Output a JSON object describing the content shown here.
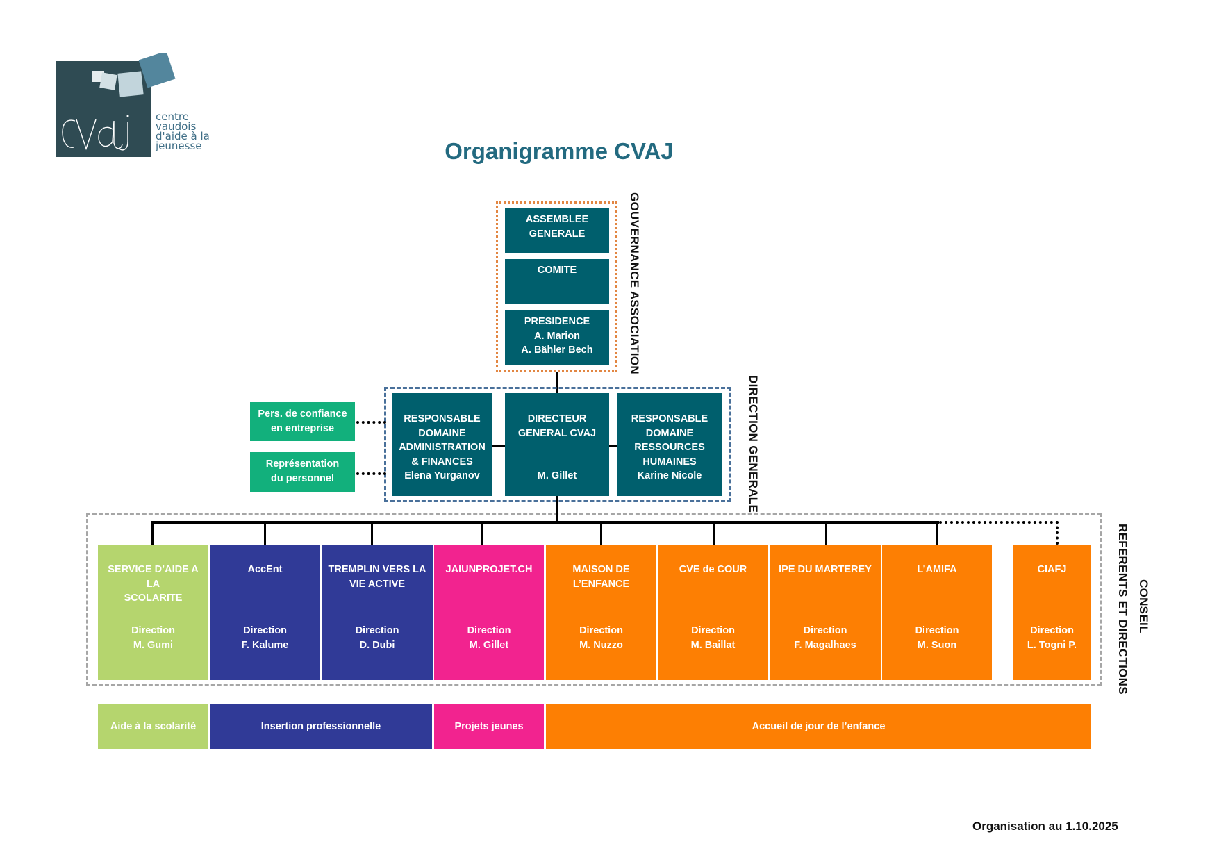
{
  "logo": {
    "letters": "cvaj",
    "tagline": [
      "centre",
      "vaudois",
      "d'aide à la",
      "jeunesse"
    ],
    "colors": {
      "dark": "#2f4b53",
      "accent": "#53869d",
      "light": "#c2d5dc",
      "pale": "#e6ecee"
    }
  },
  "title": "Organigramme CVAJ",
  "colors": {
    "title": "#236a80",
    "teal": "#005f6d",
    "green": "#12b07c",
    "lime": "#b5d56e",
    "navy": "#303a97",
    "pink": "#f2238f",
    "orange": "#fd7f03",
    "governance_border": "#e28642",
    "direction_border": "#49709a",
    "council_border": "#a6a6a6"
  },
  "sections": {
    "governance": "GOUVERNANCE ASSOCIATION",
    "direction": "DIRECTION GENERALE",
    "council_line1": "CONSEIL",
    "council_line2": "REFERENTS ET DIRECTIONS"
  },
  "governance": {
    "assemblee": [
      "ASSEMBLEE",
      "GENERALE"
    ],
    "comite": [
      "COMITE"
    ],
    "presidence": [
      "PRESIDENCE",
      "A. Marion",
      "A. Bähler Bech"
    ]
  },
  "side_boxes": [
    {
      "lines": [
        "Pers. de confiance",
        "en entreprise"
      ]
    },
    {
      "lines": [
        "Représentation",
        "du personnel"
      ]
    }
  ],
  "direction": {
    "admin": [
      "RESPONSABLE",
      "DOMAINE",
      "ADMINISTRATION",
      "& FINANCES",
      "Elena Yurganov"
    ],
    "dg_title": [
      "DIRECTEUR",
      "GENERAL CVAJ"
    ],
    "dg_name": "M. Gillet",
    "rh": [
      "RESPONSABLE",
      "DOMAINE",
      "RESSOURCES",
      "HUMAINES",
      "Karine Nicole"
    ]
  },
  "units": [
    {
      "name": [
        "SERVICE D’AIDE A LA",
        "SCOLARITE"
      ],
      "direction": [
        "Direction",
        "M. Gumi"
      ],
      "color": "lime"
    },
    {
      "name": [
        "AccEnt"
      ],
      "direction": [
        "Direction",
        "F. Kalume"
      ],
      "color": "navy"
    },
    {
      "name": [
        "TREMPLIN VERS LA",
        "VIE ACTIVE"
      ],
      "direction": [
        "Direction",
        "D. Dubi"
      ],
      "color": "navy"
    },
    {
      "name": [
        "JAIUNPROJET.CH"
      ],
      "direction": [
        "Direction",
        "M. Gillet"
      ],
      "color": "pink"
    },
    {
      "name": [
        "MAISON DE",
        "L’ENFANCE"
      ],
      "direction": [
        "Direction",
        "M. Nuzzo"
      ],
      "color": "orange"
    },
    {
      "name": [
        "CVE de COUR"
      ],
      "direction": [
        "Direction",
        "M. Baillat"
      ],
      "color": "orange"
    },
    {
      "name": [
        "IPE DU MARTEREY"
      ],
      "direction": [
        "Direction",
        "F. Magalhaes"
      ],
      "color": "orange"
    },
    {
      "name": [
        "L’AMIFA"
      ],
      "direction": [
        "Direction",
        "M. Suon"
      ],
      "color": "orange"
    },
    {
      "name": [
        "CIAFJ"
      ],
      "direction": [
        "Direction",
        "L. Togni P."
      ],
      "color": "orange"
    }
  ],
  "domains": [
    {
      "label": "Aide à la scolarité",
      "color": "lime"
    },
    {
      "label": "Insertion professionnelle",
      "color": "navy"
    },
    {
      "label": "Projets jeunes",
      "color": "pink"
    },
    {
      "label": "Accueil de jour de l’enfance",
      "color": "orange"
    }
  ],
  "footer": "Organisation au 1.10.2025"
}
